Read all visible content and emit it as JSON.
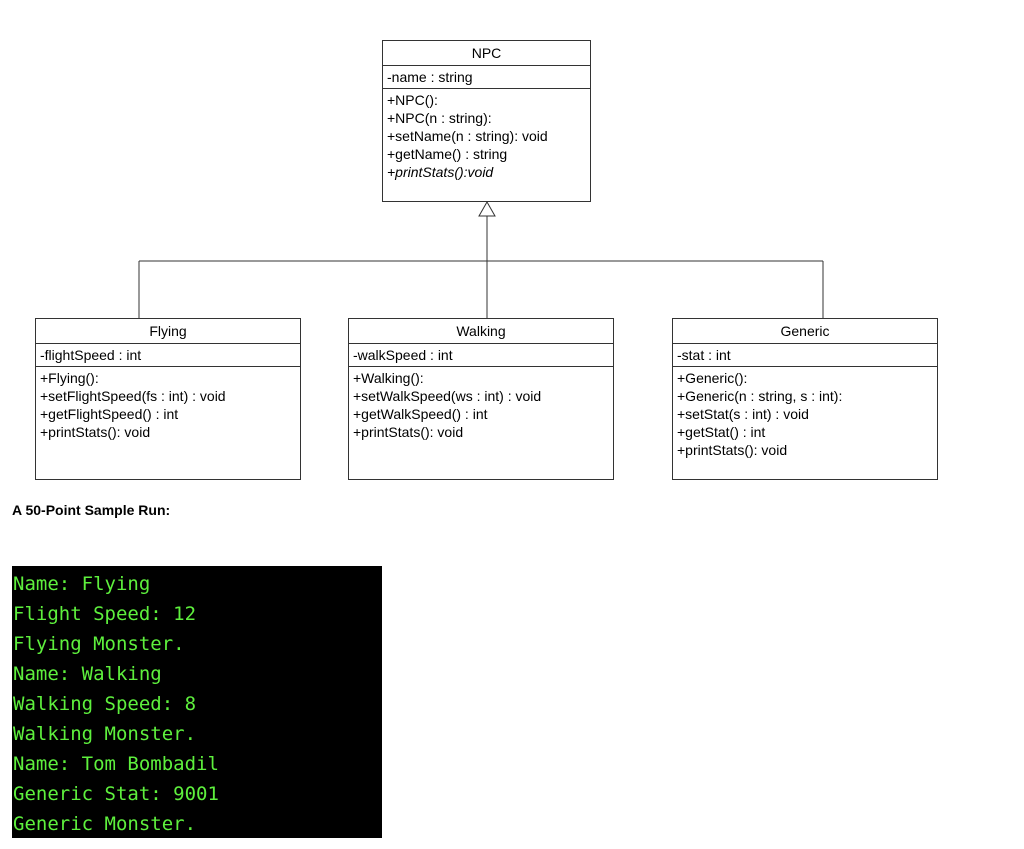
{
  "diagram": {
    "base": {
      "name": "NPC",
      "attributes": [
        "-name : string"
      ],
      "methods": [
        {
          "text": "+NPC():",
          "abstract": false
        },
        {
          "text": "+NPC(n : string):",
          "abstract": false
        },
        {
          "text": "+setName(n : string): void",
          "abstract": false
        },
        {
          "text": "+getName() : string",
          "abstract": false
        },
        {
          "text": "+printStats():void",
          "abstract": true
        }
      ]
    },
    "children": [
      {
        "name": "Flying",
        "attributes": [
          "-flightSpeed : int"
        ],
        "methods": [
          "+Flying():",
          "+setFlightSpeed(fs : int) : void",
          "+getFlightSpeed() : int",
          "+printStats(): void"
        ]
      },
      {
        "name": "Walking",
        "attributes": [
          "-walkSpeed : int"
        ],
        "methods": [
          "+Walking():",
          "+setWalkSpeed(ws : int) : void",
          "+getWalkSpeed() : int",
          "+printStats(): void"
        ]
      },
      {
        "name": "Generic",
        "attributes": [
          "-stat : int"
        ],
        "methods": [
          "+Generic():",
          "+Generic(n : string, s : int):",
          "+setStat(s : int) : void",
          "+getStat() : int",
          "+printStats(): void"
        ]
      }
    ]
  },
  "caption": "A 50-Point Sample Run:",
  "console": {
    "background": "#000000",
    "text_color": "#5ef03d",
    "lines": [
      "Name: Flying",
      "Flight Speed: 12",
      "Flying Monster.",
      "Name: Walking",
      "Walking Speed: 8",
      "Walking Monster.",
      "Name: Tom Bombadil",
      "Generic Stat: 9001",
      "Generic Monster."
    ]
  }
}
